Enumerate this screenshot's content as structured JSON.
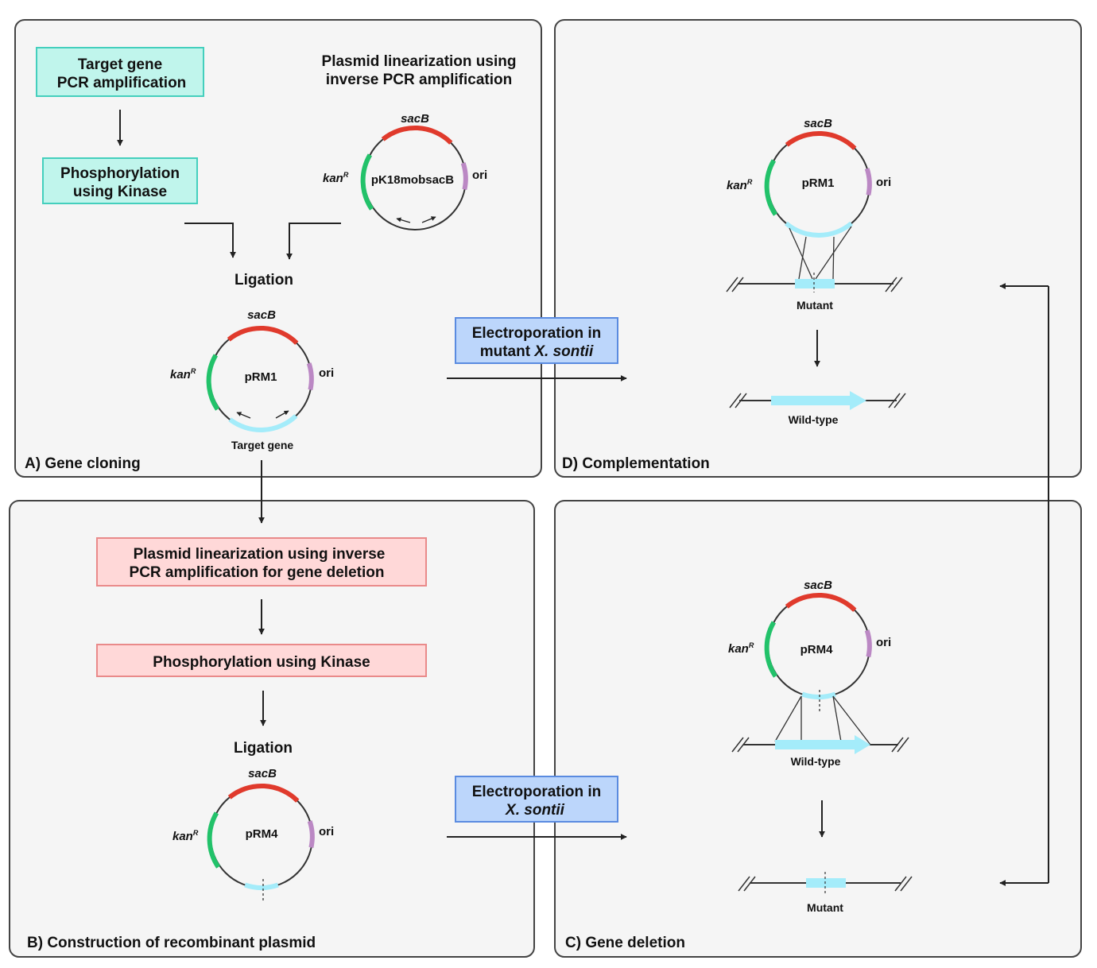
{
  "panels": {
    "a": {
      "label": "A) Gene cloning",
      "box1": [
        "Target gene",
        "PCR amplification"
      ],
      "box2": [
        "Phosphorylation",
        "using Kinase"
      ],
      "inverse_pcr": [
        "Plasmid linearization using",
        "inverse PCR amplification"
      ],
      "ligation": "Ligation",
      "plasmid_vector": {
        "name": "pK18mobsacB",
        "sacb": "sacB",
        "kan": "kan",
        "kan_sup": "R",
        "ori": "ori"
      },
      "plasmid_result": {
        "name": "pRM1",
        "sacb": "sacB",
        "kan": "kan",
        "kan_sup": "R",
        "ori": "ori",
        "insert_label": "Target gene"
      }
    },
    "b": {
      "label": "B) Construction of recombinant plasmid",
      "box1": [
        "Plasmid linearization using inverse",
        "PCR amplification for gene deletion"
      ],
      "box2": "Phosphorylation using Kinase",
      "ligation": "Ligation",
      "plasmid": {
        "name": "pRM4",
        "sacb": "sacB",
        "kan": "kan",
        "kan_sup": "R",
        "ori": "ori"
      }
    },
    "c": {
      "label": "C) Gene deletion",
      "plasmid": {
        "name": "pRM4",
        "sacb": "sacB",
        "kan": "kan",
        "kan_sup": "R",
        "ori": "ori"
      },
      "chrom_top": "Wild-type",
      "chrom_bottom": "Mutant"
    },
    "d": {
      "label": "D) Complementation",
      "plasmid": {
        "name": "pRM1",
        "sacb": "sacB",
        "kan": "kan",
        "kan_sup": "R",
        "ori": "ori"
      },
      "chrom_top": "Mutant",
      "chrom_bottom": "Wild-type"
    }
  },
  "electroporation": {
    "top": {
      "line1": "Electroporation in",
      "line2_plain": "mutant ",
      "line2_italic": "X. sontii"
    },
    "bottom": {
      "line1": "Electroporation in",
      "line2_plain": "",
      "line2_italic": "X. sontii"
    }
  },
  "colors": {
    "panel_bg": "#f5f5f5",
    "panel_border": "#444444",
    "teal_fill": "#c0f5ec",
    "teal_border": "#44cfbd",
    "pink_fill": "#ffd8d8",
    "pink_border": "#e98a8a",
    "blue_fill": "#bcd6fb",
    "blue_border": "#5a8be0",
    "sacb": "#e03a2c",
    "kan": "#22c26a",
    "ori": "#bb88c4",
    "gene": "#a4ecfa"
  }
}
